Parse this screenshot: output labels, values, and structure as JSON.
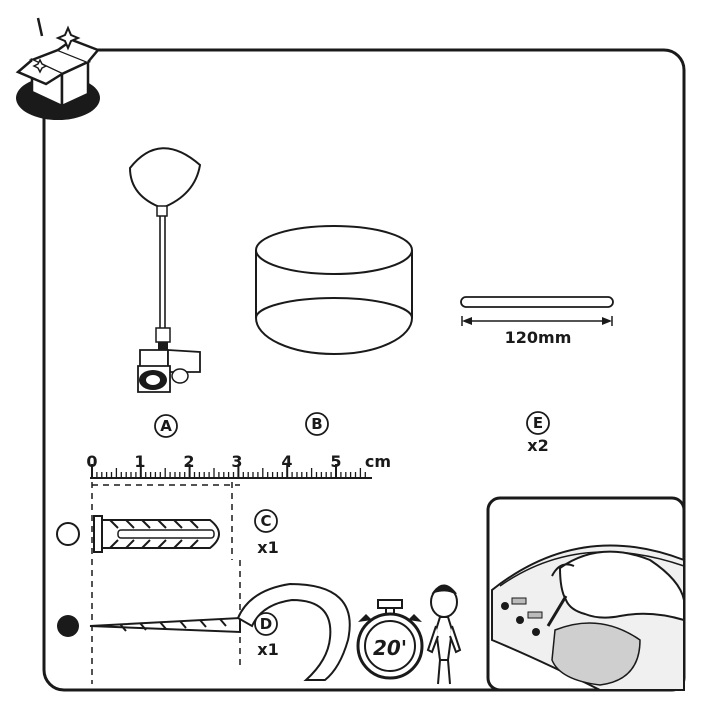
{
  "parts": {
    "a": {
      "letter": "A"
    },
    "b": {
      "letter": "B"
    },
    "c": {
      "letter": "C",
      "qty": "x1"
    },
    "d": {
      "letter": "D",
      "qty": "x1"
    },
    "e": {
      "letter": "E",
      "qty": "x2",
      "length": "120mm"
    }
  },
  "ruler": {
    "unit": "cm",
    "labels": [
      "0",
      "1",
      "2",
      "3",
      "4",
      "5"
    ]
  },
  "timer": {
    "text": "20'"
  },
  "icons": {
    "header": "unbox-icon",
    "anchor_marker_open": "open-circle-icon",
    "screw_marker_filled": "filled-circle-icon",
    "timer": "stopwatch-icon",
    "person": "person-icon",
    "inset": "wall-mount-hand-icon"
  }
}
